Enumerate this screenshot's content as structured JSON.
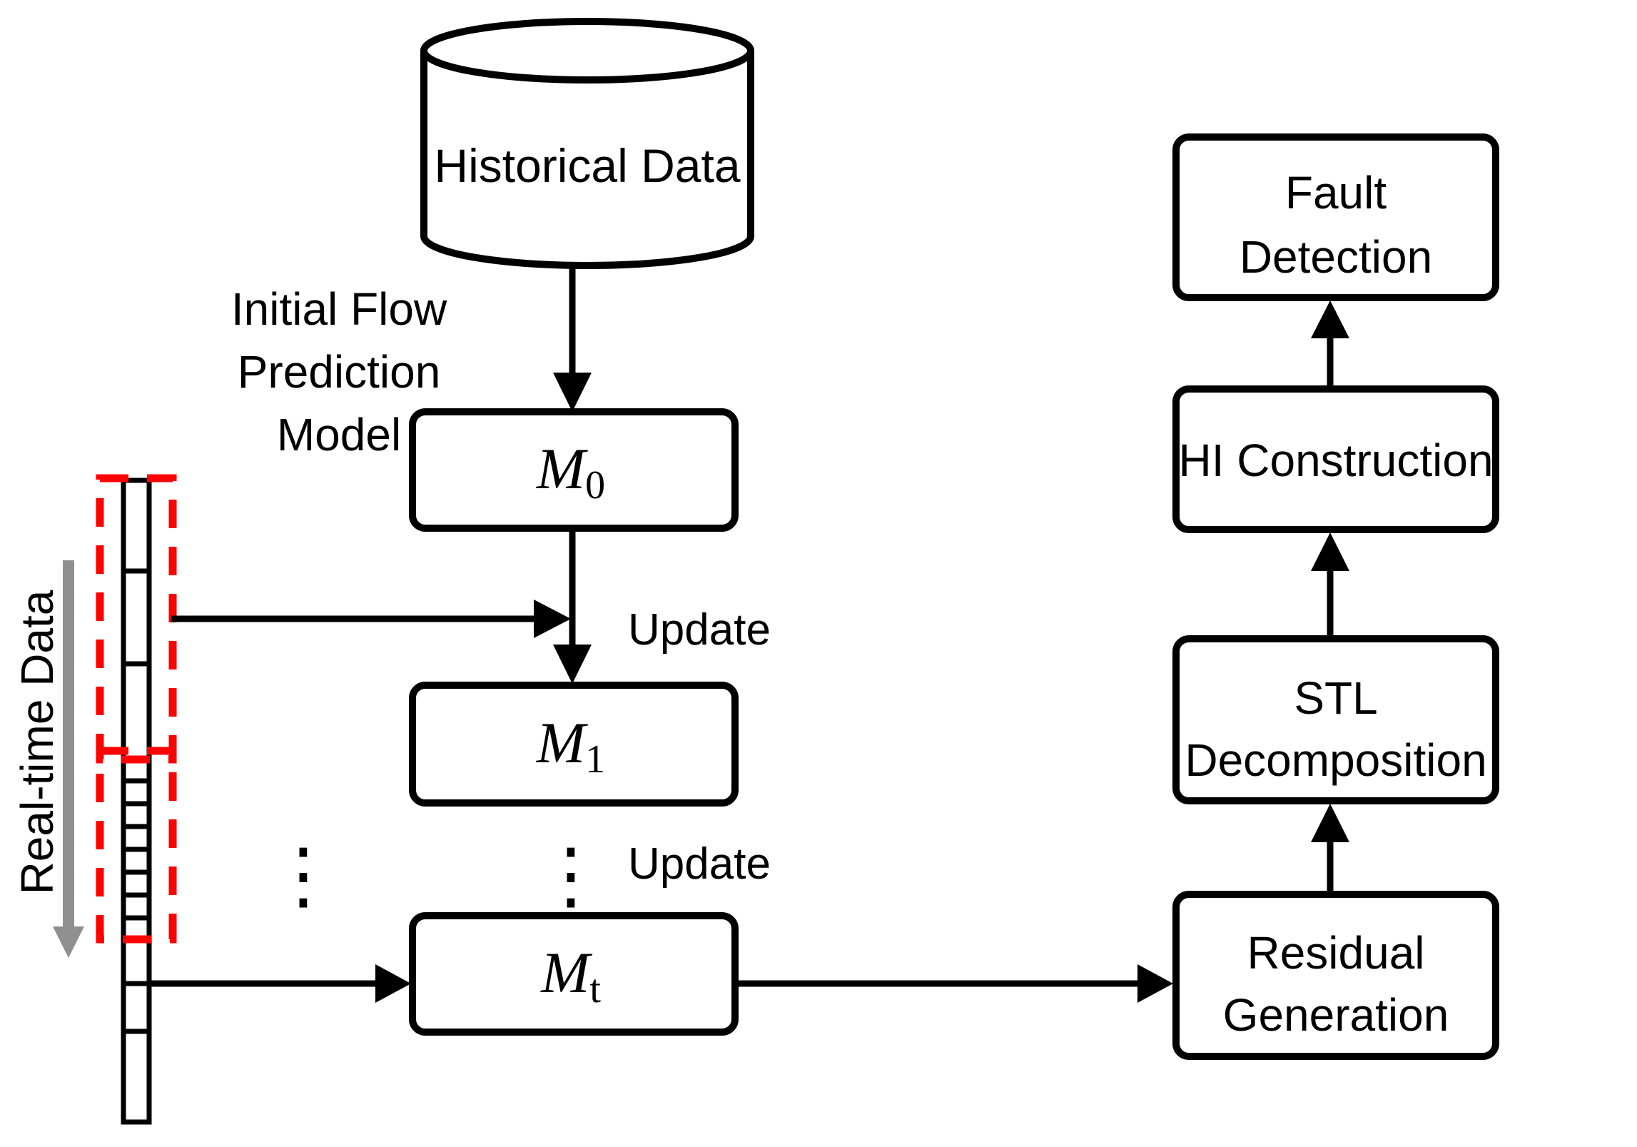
{
  "colors": {
    "ink": "#000000",
    "window_red": "#ff0000",
    "gray_arrow": "#8f8f8f"
  },
  "cylinder": {
    "label": "Historical Data"
  },
  "initial_model_label": {
    "line1": "Initial Flow",
    "line2": "Prediction",
    "line3": "Model"
  },
  "realtime_stream": {
    "label": "Real-time Data"
  },
  "models": {
    "m0": {
      "base": "M",
      "sub": "0"
    },
    "m1": {
      "base": "M",
      "sub": "1"
    },
    "mt": {
      "base": "M",
      "sub": "t"
    }
  },
  "updates": {
    "first": "Update",
    "second": "Update"
  },
  "ellipsis": "⋮",
  "pipeline": {
    "fault": {
      "line1": "Fault",
      "line2": "Detection"
    },
    "hi": {
      "line1": "HI Construction"
    },
    "stl": {
      "line1": "STL",
      "line2": "Decomposition"
    },
    "residual": {
      "line1": "Residual",
      "line2": "Generation"
    }
  }
}
